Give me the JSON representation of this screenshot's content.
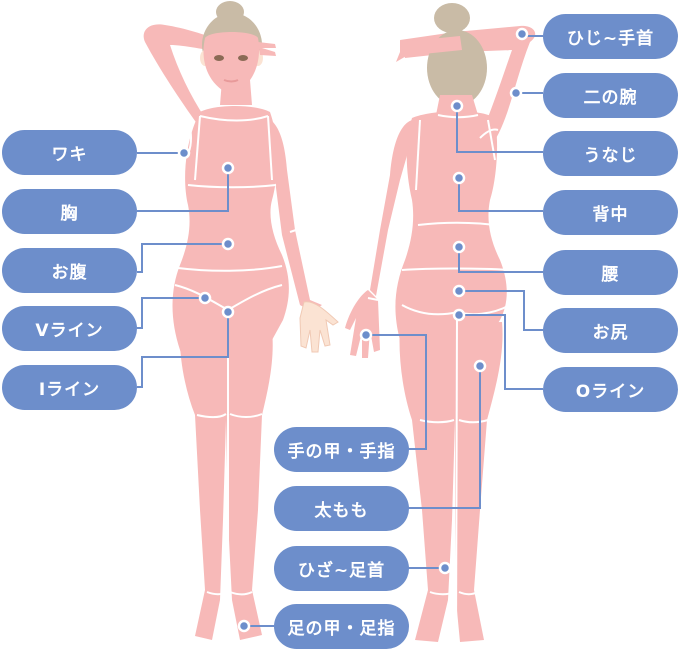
{
  "colors": {
    "pill": "#6d8ecb",
    "pill_text": "#ffffff",
    "skin": "#f7b9b8",
    "skin_line": "#ffffff",
    "hand_natural": "#fbe3d3",
    "hair": "#c9bba6",
    "leader_line": "#6d8ecb"
  },
  "front_labels": [
    {
      "id": "waki",
      "label": "ワキ"
    },
    {
      "id": "mune",
      "label": "胸"
    },
    {
      "id": "onaka",
      "label": "お腹"
    },
    {
      "id": "v-line",
      "label": "Vライン"
    },
    {
      "id": "i-line",
      "label": "Iライン"
    }
  ],
  "back_labels": [
    {
      "id": "hiji-tekubi",
      "label": "ひじ~手首"
    },
    {
      "id": "ninowan",
      "label": "二の腕"
    },
    {
      "id": "unaji",
      "label": "うなじ"
    },
    {
      "id": "senaka",
      "label": "背中"
    },
    {
      "id": "koshi",
      "label": "腰"
    },
    {
      "id": "oshiri",
      "label": "お尻"
    },
    {
      "id": "o-line",
      "label": "Oライン"
    }
  ],
  "center_labels": [
    {
      "id": "tenokou-teyubi",
      "label": "手の甲・手指"
    },
    {
      "id": "futomomo",
      "label": "太もも"
    },
    {
      "id": "hiza-ashikubi",
      "label": "ひざ~足首"
    },
    {
      "id": "ashinokou-ashiyubi",
      "label": "足の甲・足指"
    }
  ]
}
